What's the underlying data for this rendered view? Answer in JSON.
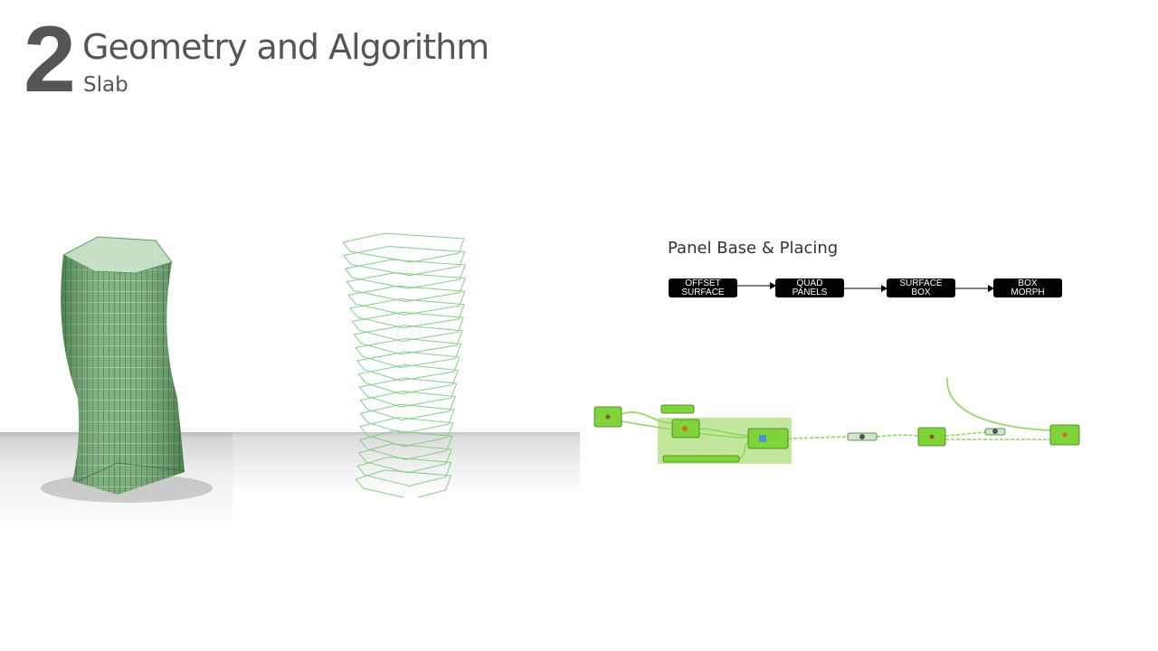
{
  "slide": {
    "number": "2",
    "title": "Geometry and Algorithm",
    "subtitle": "Slab"
  },
  "flowchart": {
    "title": "Panel Base & Placing",
    "steps": [
      {
        "label": "OFFSET\nSURFACE"
      },
      {
        "label": "QUAD\nPANELS"
      },
      {
        "label": "SURFACE\nBOX"
      },
      {
        "label": "BOX\nMORPH"
      }
    ]
  },
  "colors": {
    "heading": "#555555",
    "node_fill": "#000000",
    "node_text": "#ffffff",
    "grasshopper_green": "#7fd43a",
    "wire": "#8fd860"
  }
}
